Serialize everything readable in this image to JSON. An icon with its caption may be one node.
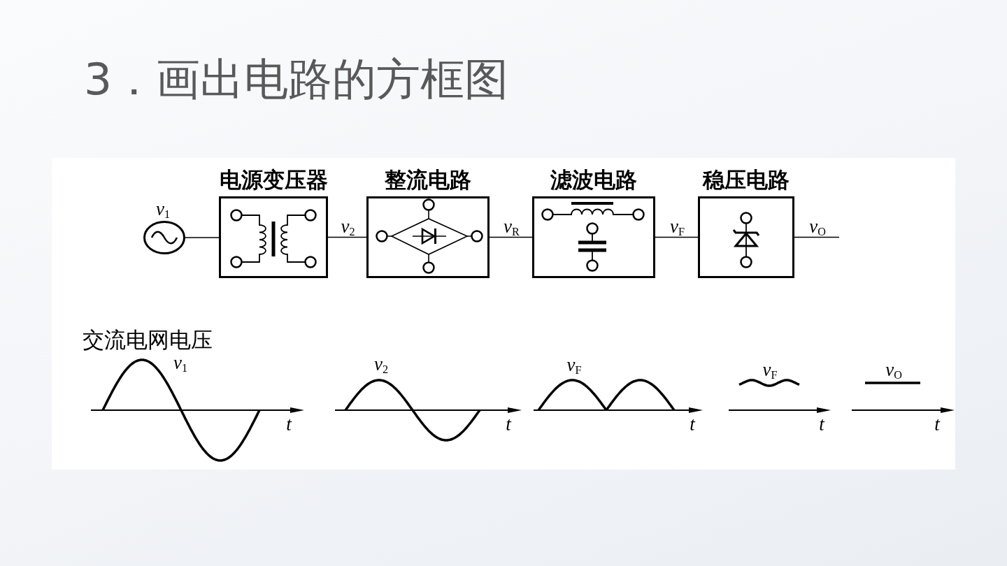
{
  "diagram": {
    "title": "3．画出电路的方框图",
    "nodes": [
      {
        "text": [],
        "shape": "circle",
        "beside": [
          "*v*$_{1}$"
        ]
      },
      {
        "text": [
          "电源变压器"
        ]
      },
      {
        "text": [
          "整流电路"
        ]
      },
      {
        "text": [
          "滤波电路"
        ]
      },
      {
        "text": [
          "稳压电路"
        ]
      }
    ],
    "edges": [
      {
        "from": 0,
        "to": 1,
        "arrow": "none"
      },
      {
        "from": 1,
        "to": 2,
        "arrow": "none",
        "label": "*v*$_{2}$"
      },
      {
        "from": 2,
        "to": 3,
        "arrow": "none",
        "label": "*v*$_{R}$"
      },
      {
        "from": 3,
        "to": 4,
        "arrow": "none",
        "label": "*v*$_{F}$"
      },
      {
        "from": 4,
        "to": null,
        "arrow": "none",
        "label": "*v*$_{O}$"
      }
    ],
    "labels": [
      "交流电网电压",
      "*v*$_{1}$",
      "*v*$_{2}$",
      "*v*$_{F}$",
      "*v*$_{F}$",
      "*v*$_{O}$",
      "t",
      "t",
      "t",
      "t",
      "t"
    ]
  }
}
